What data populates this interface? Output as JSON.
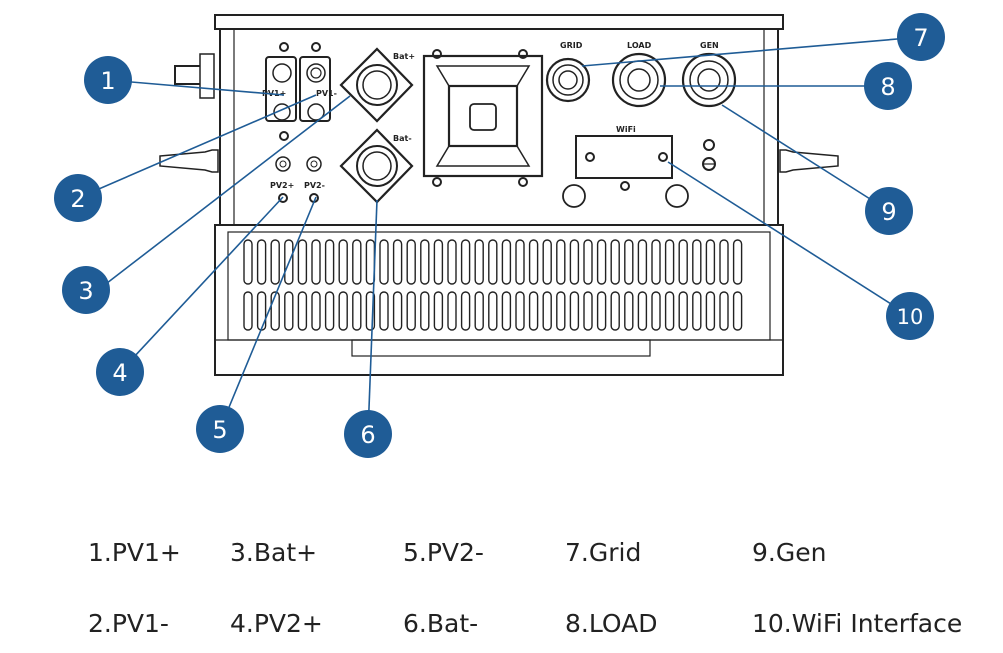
{
  "device_labels": {
    "pv1_plus": "PV1+",
    "pv1_minus": "PV1-",
    "bat_plus": "Bat+",
    "bat_minus": "Bat-",
    "pv2_plus": "PV2+",
    "pv2_minus": "PV2-",
    "grid": "GRID",
    "load": "LOAD",
    "gen": "GEN",
    "wifi": "WiFi"
  },
  "markers": [
    "1",
    "2",
    "3",
    "4",
    "5",
    "6",
    "7",
    "8",
    "9",
    "10"
  ],
  "legend": [
    "1.PV1+",
    "3.Bat+",
    "5.PV2-",
    "7.Grid",
    "9.Gen",
    "2.PV1-",
    "4.PV2+",
    "6.Bat-",
    "8.LOAD",
    "10.WiFi Interface"
  ],
  "colors": {
    "marker_fill": "#1f5c96",
    "marker_text": "#ffffff",
    "leader_line": "#1f5c96",
    "drawing_line": "#222222",
    "legend_text": "#222222"
  }
}
